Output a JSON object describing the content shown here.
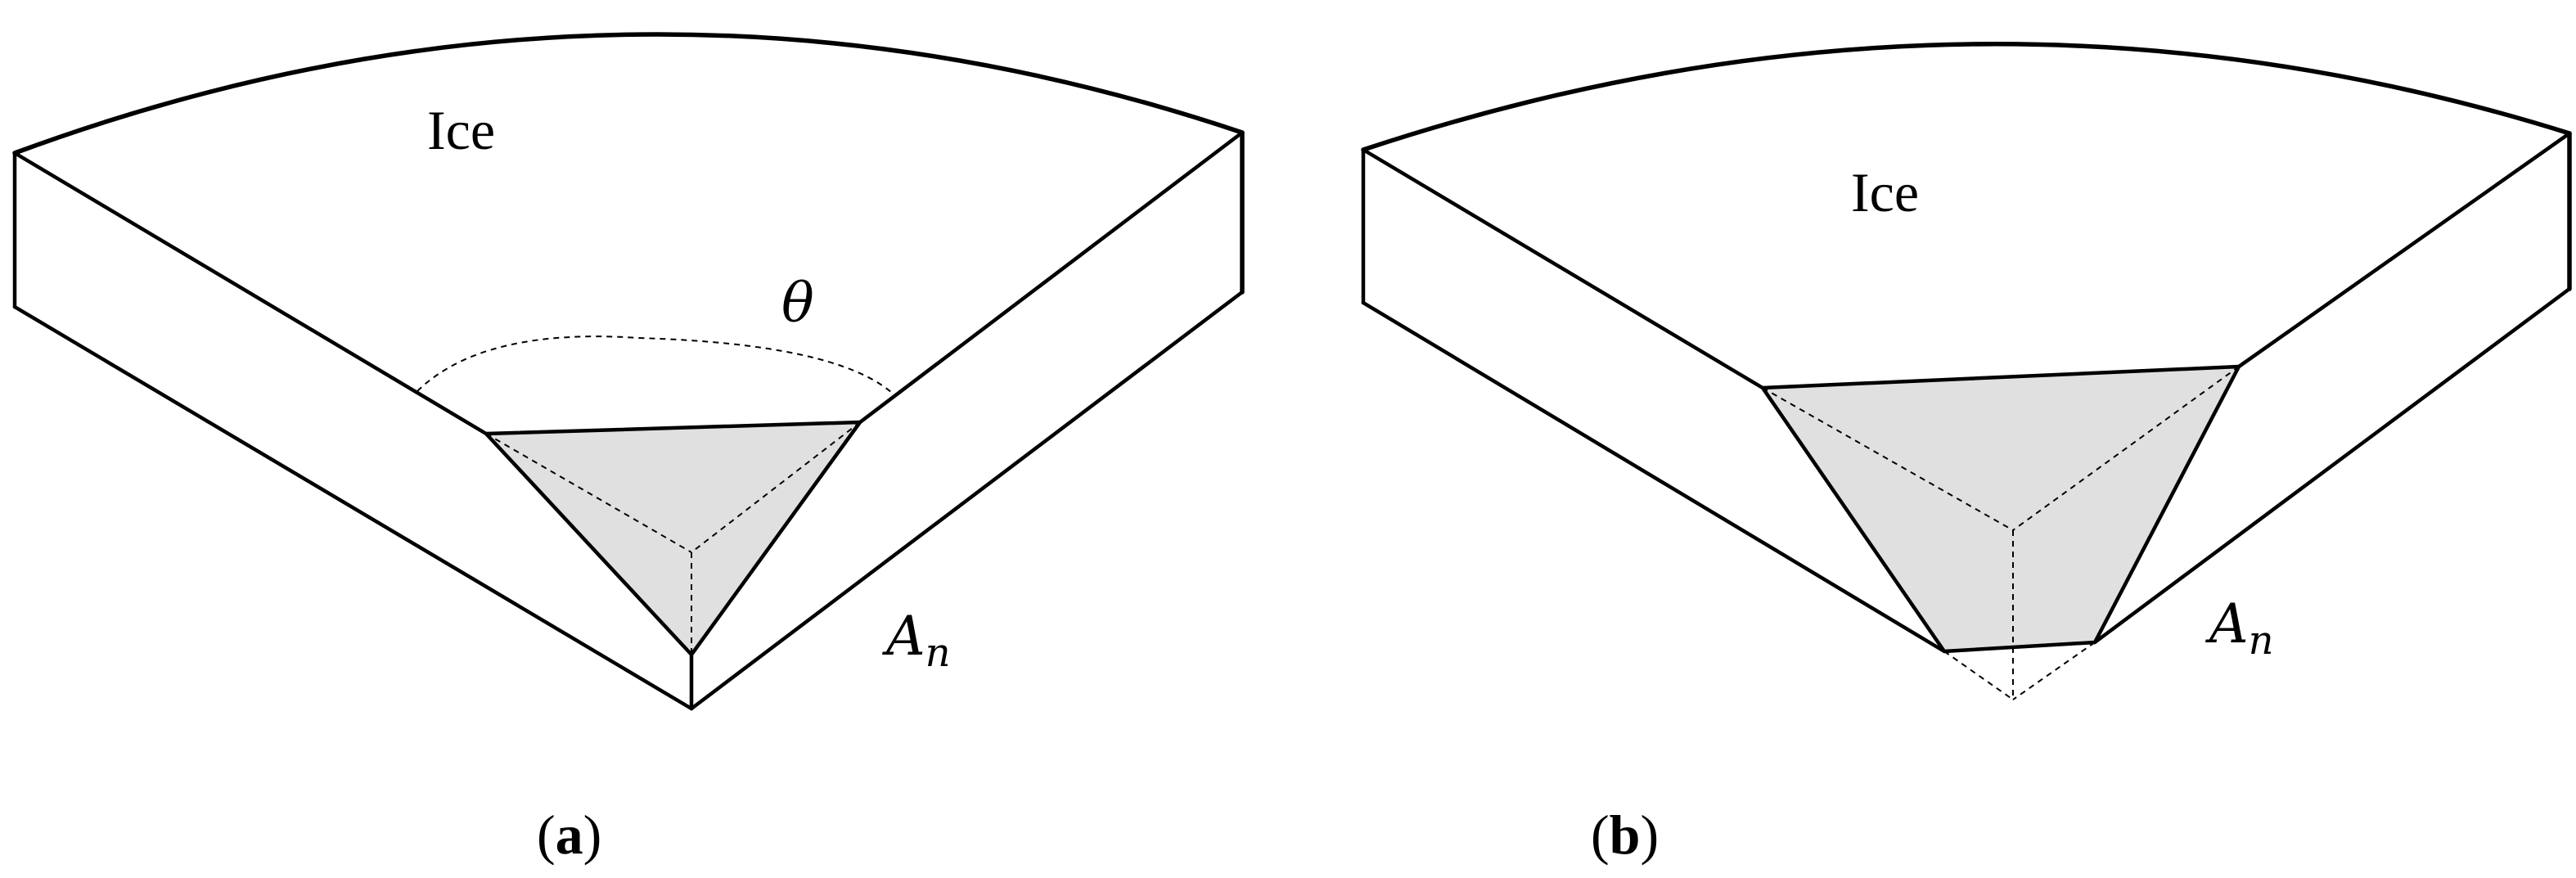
{
  "panels": [
    {
      "id": "a",
      "material_label": "Ice",
      "angle_label": "θ",
      "area_label_main": "A",
      "area_label_sub": "n",
      "caption_open": "(",
      "caption_letter": "a",
      "caption_close": ")",
      "notch_fill": "#e0e0e0"
    },
    {
      "id": "b",
      "material_label": "Ice",
      "area_label_main": "A",
      "area_label_sub": "n",
      "caption_open": "(",
      "caption_letter": "b",
      "caption_close": ")",
      "notch_fill": "#e0e0e0"
    }
  ]
}
